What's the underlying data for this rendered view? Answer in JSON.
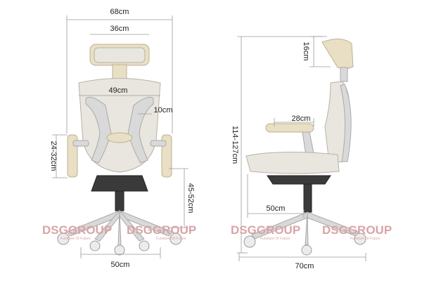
{
  "front_view": {
    "overall_width": "68cm",
    "headrest_width": "36cm",
    "backrest_width": "49cm",
    "armrest_width": "10cm",
    "armrest_height": "24-32cm",
    "seat_height": "45-52cm",
    "base_width": "50cm"
  },
  "side_view": {
    "headrest_height": "16cm",
    "armrest_depth": "28cm",
    "overall_height": "114-127cm",
    "seat_depth": "50cm",
    "base_depth": "70cm"
  },
  "branding": {
    "logo_text": "DSGGROUP",
    "tagline": "Furniture Of Future"
  }
}
